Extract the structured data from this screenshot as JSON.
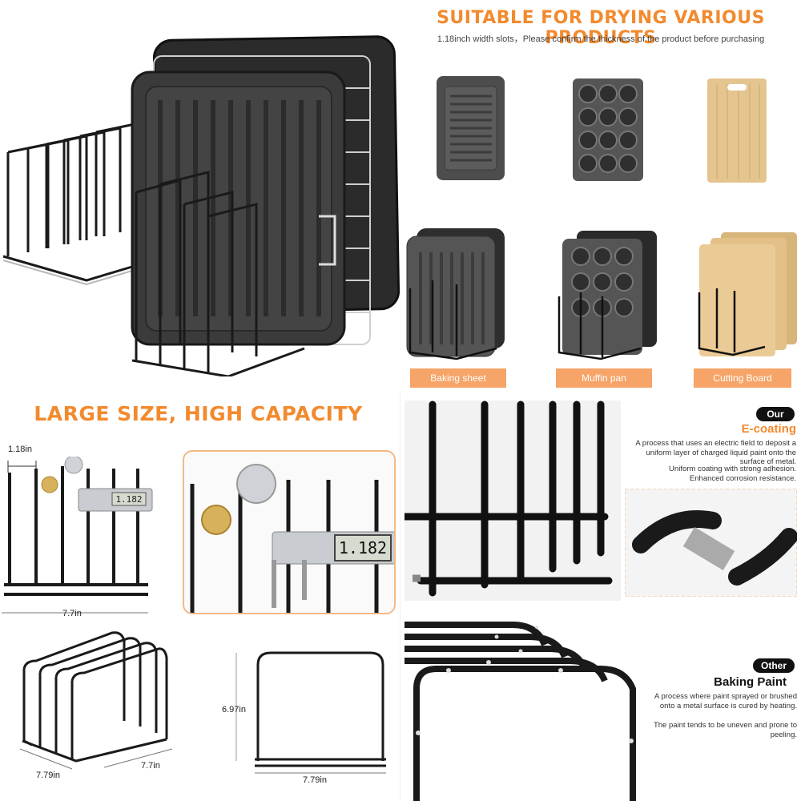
{
  "top": {
    "title": "SUITABLE FOR DRYING VARIOUS PRODUCTS",
    "subtitle": "1.18inch width slots，Please confirm the thickness of the product before purchasing",
    "products": [
      {
        "label": "Baking sheet"
      },
      {
        "label": "Muffin pan"
      },
      {
        "label": "Cutting Board"
      }
    ]
  },
  "capacity": {
    "title": "LARGE SIZE, HIGH CAPACITY",
    "slot_width": "1.18in",
    "front_width": "7.7in",
    "caliper_reading": "1.182",
    "iso_width": "7.79in",
    "iso_depth": "7.7in",
    "height": "6.97in",
    "side_width": "7.79in"
  },
  "ecoating": {
    "badge": "Our",
    "title": "E-coating",
    "desc": "A process that uses an electric field to deposit a uniform layer of charged liquid paint onto the surface of metal.",
    "point1": "Uniform coating with strong adhesion.",
    "point2": "Enhanced corrosion resistance."
  },
  "other": {
    "badge": "Other",
    "title": "Baking Paint",
    "desc": "A process where paint sprayed or brushed onto a metal surface is cured by heating.",
    "note": "The paint tends to be uneven and prone to peeling."
  },
  "colors": {
    "accent": "#f28a2e",
    "tag_bg": "#f6a467",
    "rack": "#1a1a1a"
  }
}
